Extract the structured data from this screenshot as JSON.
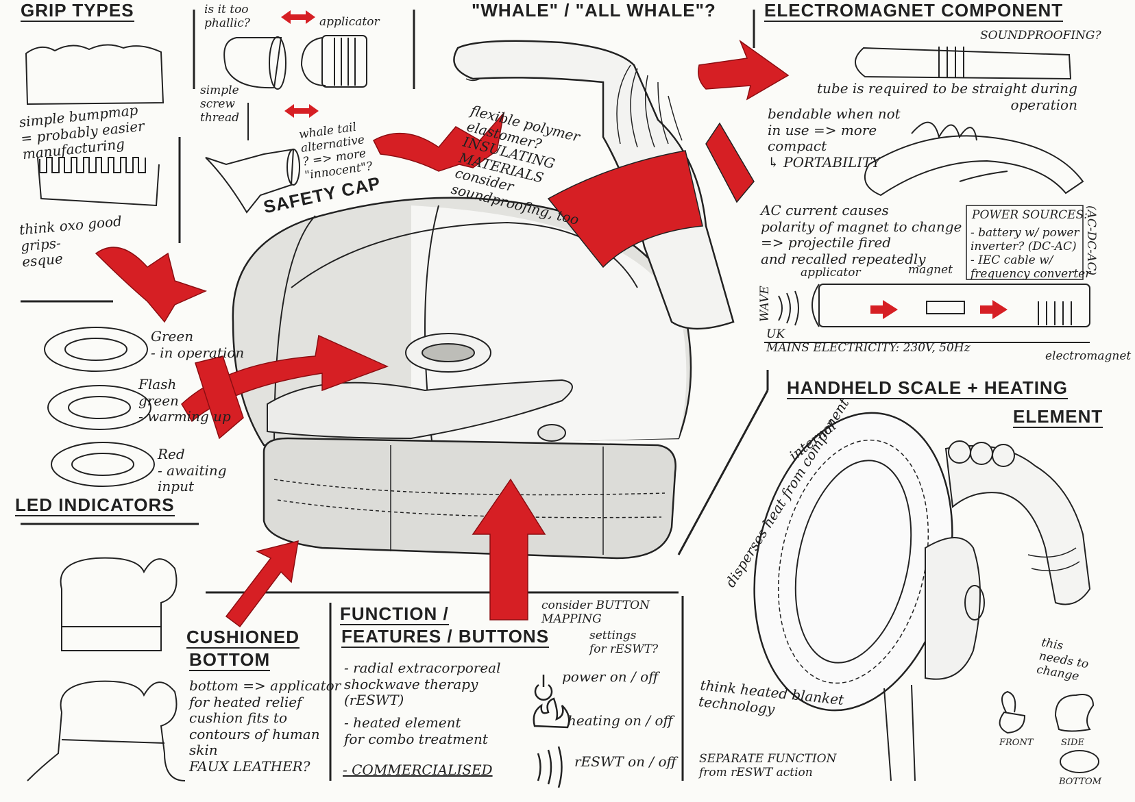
{
  "headings": {
    "grip_types": "GRIP TYPES",
    "whale": "\"WHALE\" / \"ALL WHALE\"?",
    "electromagnet": "ELECTROMAGNET COMPONENT",
    "safety_cap": "SAFETY CAP",
    "led_indicators": "LED INDICATORS",
    "cushioned_bottom_1": "CUSHIONED",
    "cushioned_bottom_2": "BOTTOM",
    "function_features_1": "FUNCTION /",
    "function_features_2": "FEATURES / BUTTONS",
    "handheld_1": "HANDHELD SCALE + HEATING",
    "handheld_2": "ELEMENT"
  },
  "grip": {
    "bumpmap_note": "simple bumpmap\n= probably easier\nmanufacturing",
    "oxo_note": "think oxo good\ngrips-\nesque"
  },
  "cap": {
    "phallic": "is it too\nphallic?",
    "applicator": "applicator",
    "simple_screw": "simple\nscrew\nthread",
    "whale_tail": "whale tail\nalternative\n? => more\n\"innocent\"?"
  },
  "whale": {
    "materials_note": "flexible polymer\nelastomer?\nINSULATING\nMATERIALS\nconsider\nsoundproofing, too"
  },
  "electro": {
    "soundproofing": "SOUNDPROOFING?",
    "tube_note": "tube is required to be straight during\noperation",
    "bendable_note": "bendable when not\nin use => more\ncompact\n↳ PORTABILITY",
    "ac_note": "AC current causes\npolarity of magnet to change\n=> projectile fired\nand recalled repeatedly",
    "power_title": "POWER SOURCES:",
    "power_1": "- battery w/ power\n  inverter? (DC-AC)",
    "power_2": "- IEC cable w/\nfrequency converter",
    "power_3": "(AC-DC-AC)",
    "label_applicator": "applicator",
    "label_magnet": "magnet",
    "label_wave": "WAVE",
    "mains": "UK\nMAINS ELECTRICITY: 230V, 50Hz",
    "label_electromagnet": "electromagnet"
  },
  "led": {
    "green": "Green\n- in operation",
    "flash": "Flash\ngreen\n- warming up",
    "red": "Red\n- awaiting\ninput"
  },
  "cushion": {
    "note": "bottom => applicator\nfor heated relief\ncushion fits to\ncontours of human\nskin\nFAUX LEATHER?"
  },
  "function": {
    "item_1": "- radial extracorporeal\nshockwave therapy\n(rESWT)",
    "item_2": "- heated element\nfor combo treatment",
    "item_3": "- COMMERCIALISED",
    "consider": "consider BUTTON\nMAPPING",
    "settings": "settings\nfor rESWT?",
    "btn_power": "power on / off",
    "btn_heating": "heating on / off",
    "btn_reswt": "rESWT on / off"
  },
  "handheld": {
    "internal": "internal",
    "disperses": "disperses heat from component",
    "this_needs": "this\nneeds to change",
    "heated_blanket": "think heated blanket\ntechnology",
    "separate": "SEPARATE FUNCTION\nfrom rESWT action",
    "front": "FRONT",
    "side": "SIDE",
    "bottom": "BOTTOM"
  },
  "colors": {
    "accent_red": "#d61f24",
    "ink": "#1a1a1a",
    "shade": "#c9c9c4",
    "paper": "#fbfbf8"
  }
}
